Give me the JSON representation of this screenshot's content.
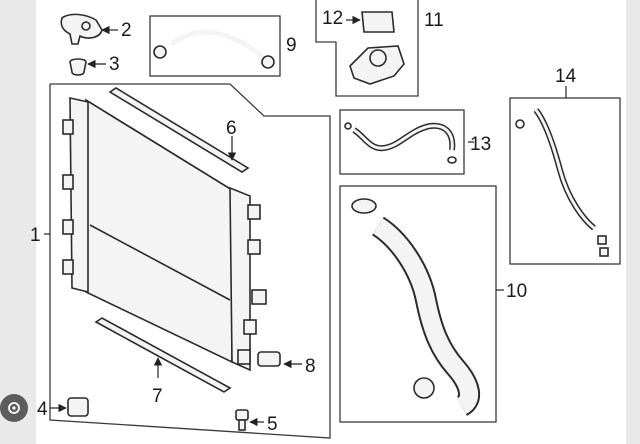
{
  "callouts": {
    "c1": "1",
    "c2": "2",
    "c3": "3",
    "c4": "4",
    "c5": "5",
    "c6": "6",
    "c7": "7",
    "c8": "8",
    "c9": "9",
    "c10": "10",
    "c11": "11",
    "c12": "12",
    "c13": "13",
    "c14": "14"
  },
  "icons": {
    "lens": "lens-search-icon"
  },
  "colors": {
    "background": "#ffffff",
    "page": "#e9e9ea",
    "line": "#2b2b2b",
    "lens": "#5c5c5c"
  }
}
